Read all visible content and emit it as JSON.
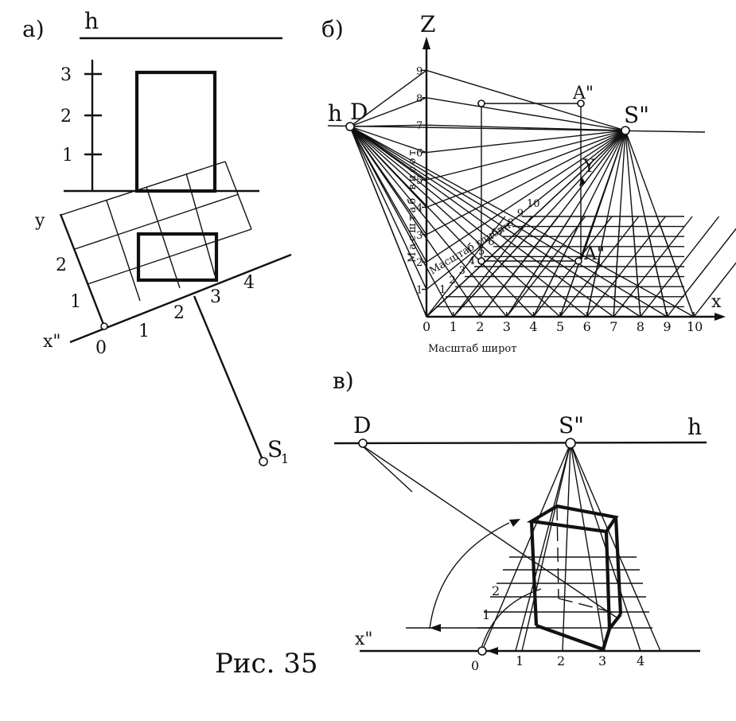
{
  "figure": {
    "caption": "Рис. 35",
    "panel_a": {
      "letter": "а)",
      "horizon": "h",
      "height_ticks": [
        "1",
        "2",
        "3"
      ],
      "axis_y": "y",
      "axis_x": "x\"",
      "grid_y_ticks": [
        "1",
        "2"
      ],
      "grid_x_ticks": [
        "0",
        "1",
        "2",
        "3",
        "4"
      ],
      "station_point": "S",
      "station_point_sub": "1"
    },
    "panel_b": {
      "letter": "б)",
      "axis_z": "Z",
      "axis_x": "x",
      "axis_y": "Y",
      "horizon": "h",
      "distance_point": "D",
      "main_point": "S\"",
      "point_a": "A\"",
      "point_a1": "A\"",
      "point_a1_sub": "1",
      "height_scale_title": "Масштаб висот",
      "depth_scale_title": "Масштаб глибин",
      "width_scale_title": "Масштаб широт",
      "height_ticks": [
        "1",
        "2",
        "3",
        "4",
        "5",
        "6",
        "7",
        "8",
        "9"
      ],
      "width_ticks": [
        "0",
        "1",
        "2",
        "3",
        "4",
        "5",
        "6",
        "7",
        "8",
        "9",
        "10"
      ],
      "depth_ticks": [
        "1",
        "2",
        "3",
        "4",
        "5",
        "6",
        "7",
        "8",
        "9",
        "10"
      ]
    },
    "panel_c": {
      "letter": "в)",
      "distance_point": "D",
      "main_point": "S\"",
      "horizon": "h",
      "axis_x": "x\"",
      "ground_ticks": [
        "0",
        "1",
        "2",
        "3",
        "4"
      ],
      "depth_ticks": [
        "1",
        "2"
      ]
    }
  }
}
